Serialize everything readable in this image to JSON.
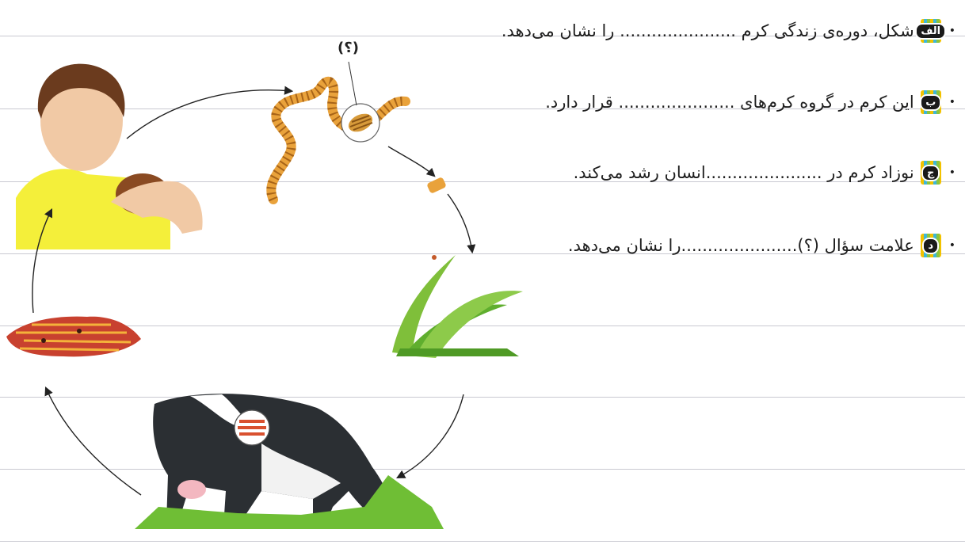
{
  "questions": [
    {
      "badge": "الف",
      "text": "شکل، دوره‌ی زندگی کرم ...................... را نشان می‌دهد."
    },
    {
      "badge": "ب",
      "text": "این کرم در گروه کرم‌های ...................... قرار دارد."
    },
    {
      "badge": "ج",
      "text": "نوزاد کرم در ......................انسان رشد می‌کند."
    },
    {
      "badge": "د",
      "text": "علامت سؤال (؟)......................را نشان می‌دهد."
    }
  ],
  "diagram": {
    "question_mark": "(؟)"
  },
  "colors": {
    "rule": "#c9c9d1",
    "worm": "#e9a23b",
    "meat": "#c8412f",
    "grass": "#5fae2e",
    "badge_stripes": [
      "#f2c200",
      "#3fb7d6",
      "#8ac43f"
    ]
  }
}
